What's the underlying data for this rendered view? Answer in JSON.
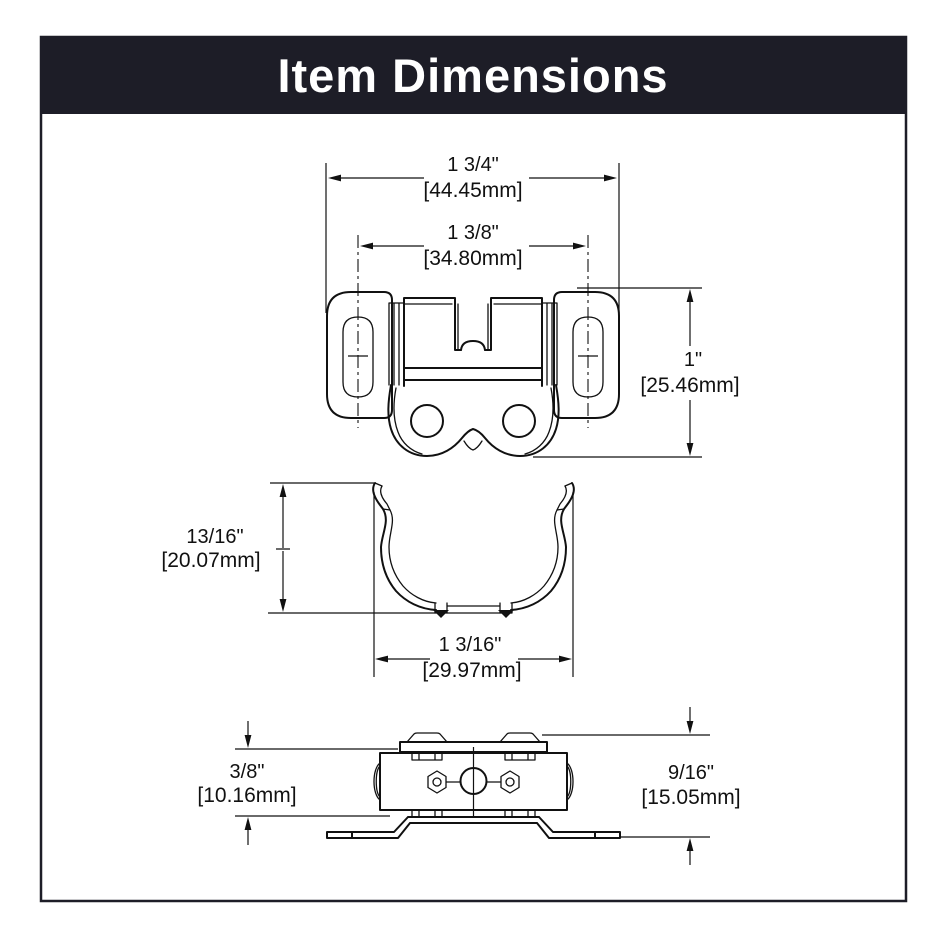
{
  "header": {
    "title": "Item Dimensions"
  },
  "colors": {
    "band": "#1d1d27",
    "line": "#111111",
    "background": "#ffffff"
  },
  "views": {
    "front": {
      "overall_width": {
        "in": "1 3/4\"",
        "mm": "[44.45mm]"
      },
      "hole_spacing": {
        "in": "1 3/8\"",
        "mm": "[34.80mm]"
      },
      "height": {
        "in": "1\"",
        "mm": "[25.46mm]"
      }
    },
    "profile": {
      "height": {
        "in": "13/16\"",
        "mm": "[20.07mm]"
      },
      "width": {
        "in": "1 3/16\"",
        "mm": "[29.97mm]"
      }
    },
    "top": {
      "body_depth": {
        "in": "3/8\"",
        "mm": "[10.16mm]"
      },
      "overall_depth": {
        "in": "9/16\"",
        "mm": "[15.05mm]"
      }
    }
  }
}
